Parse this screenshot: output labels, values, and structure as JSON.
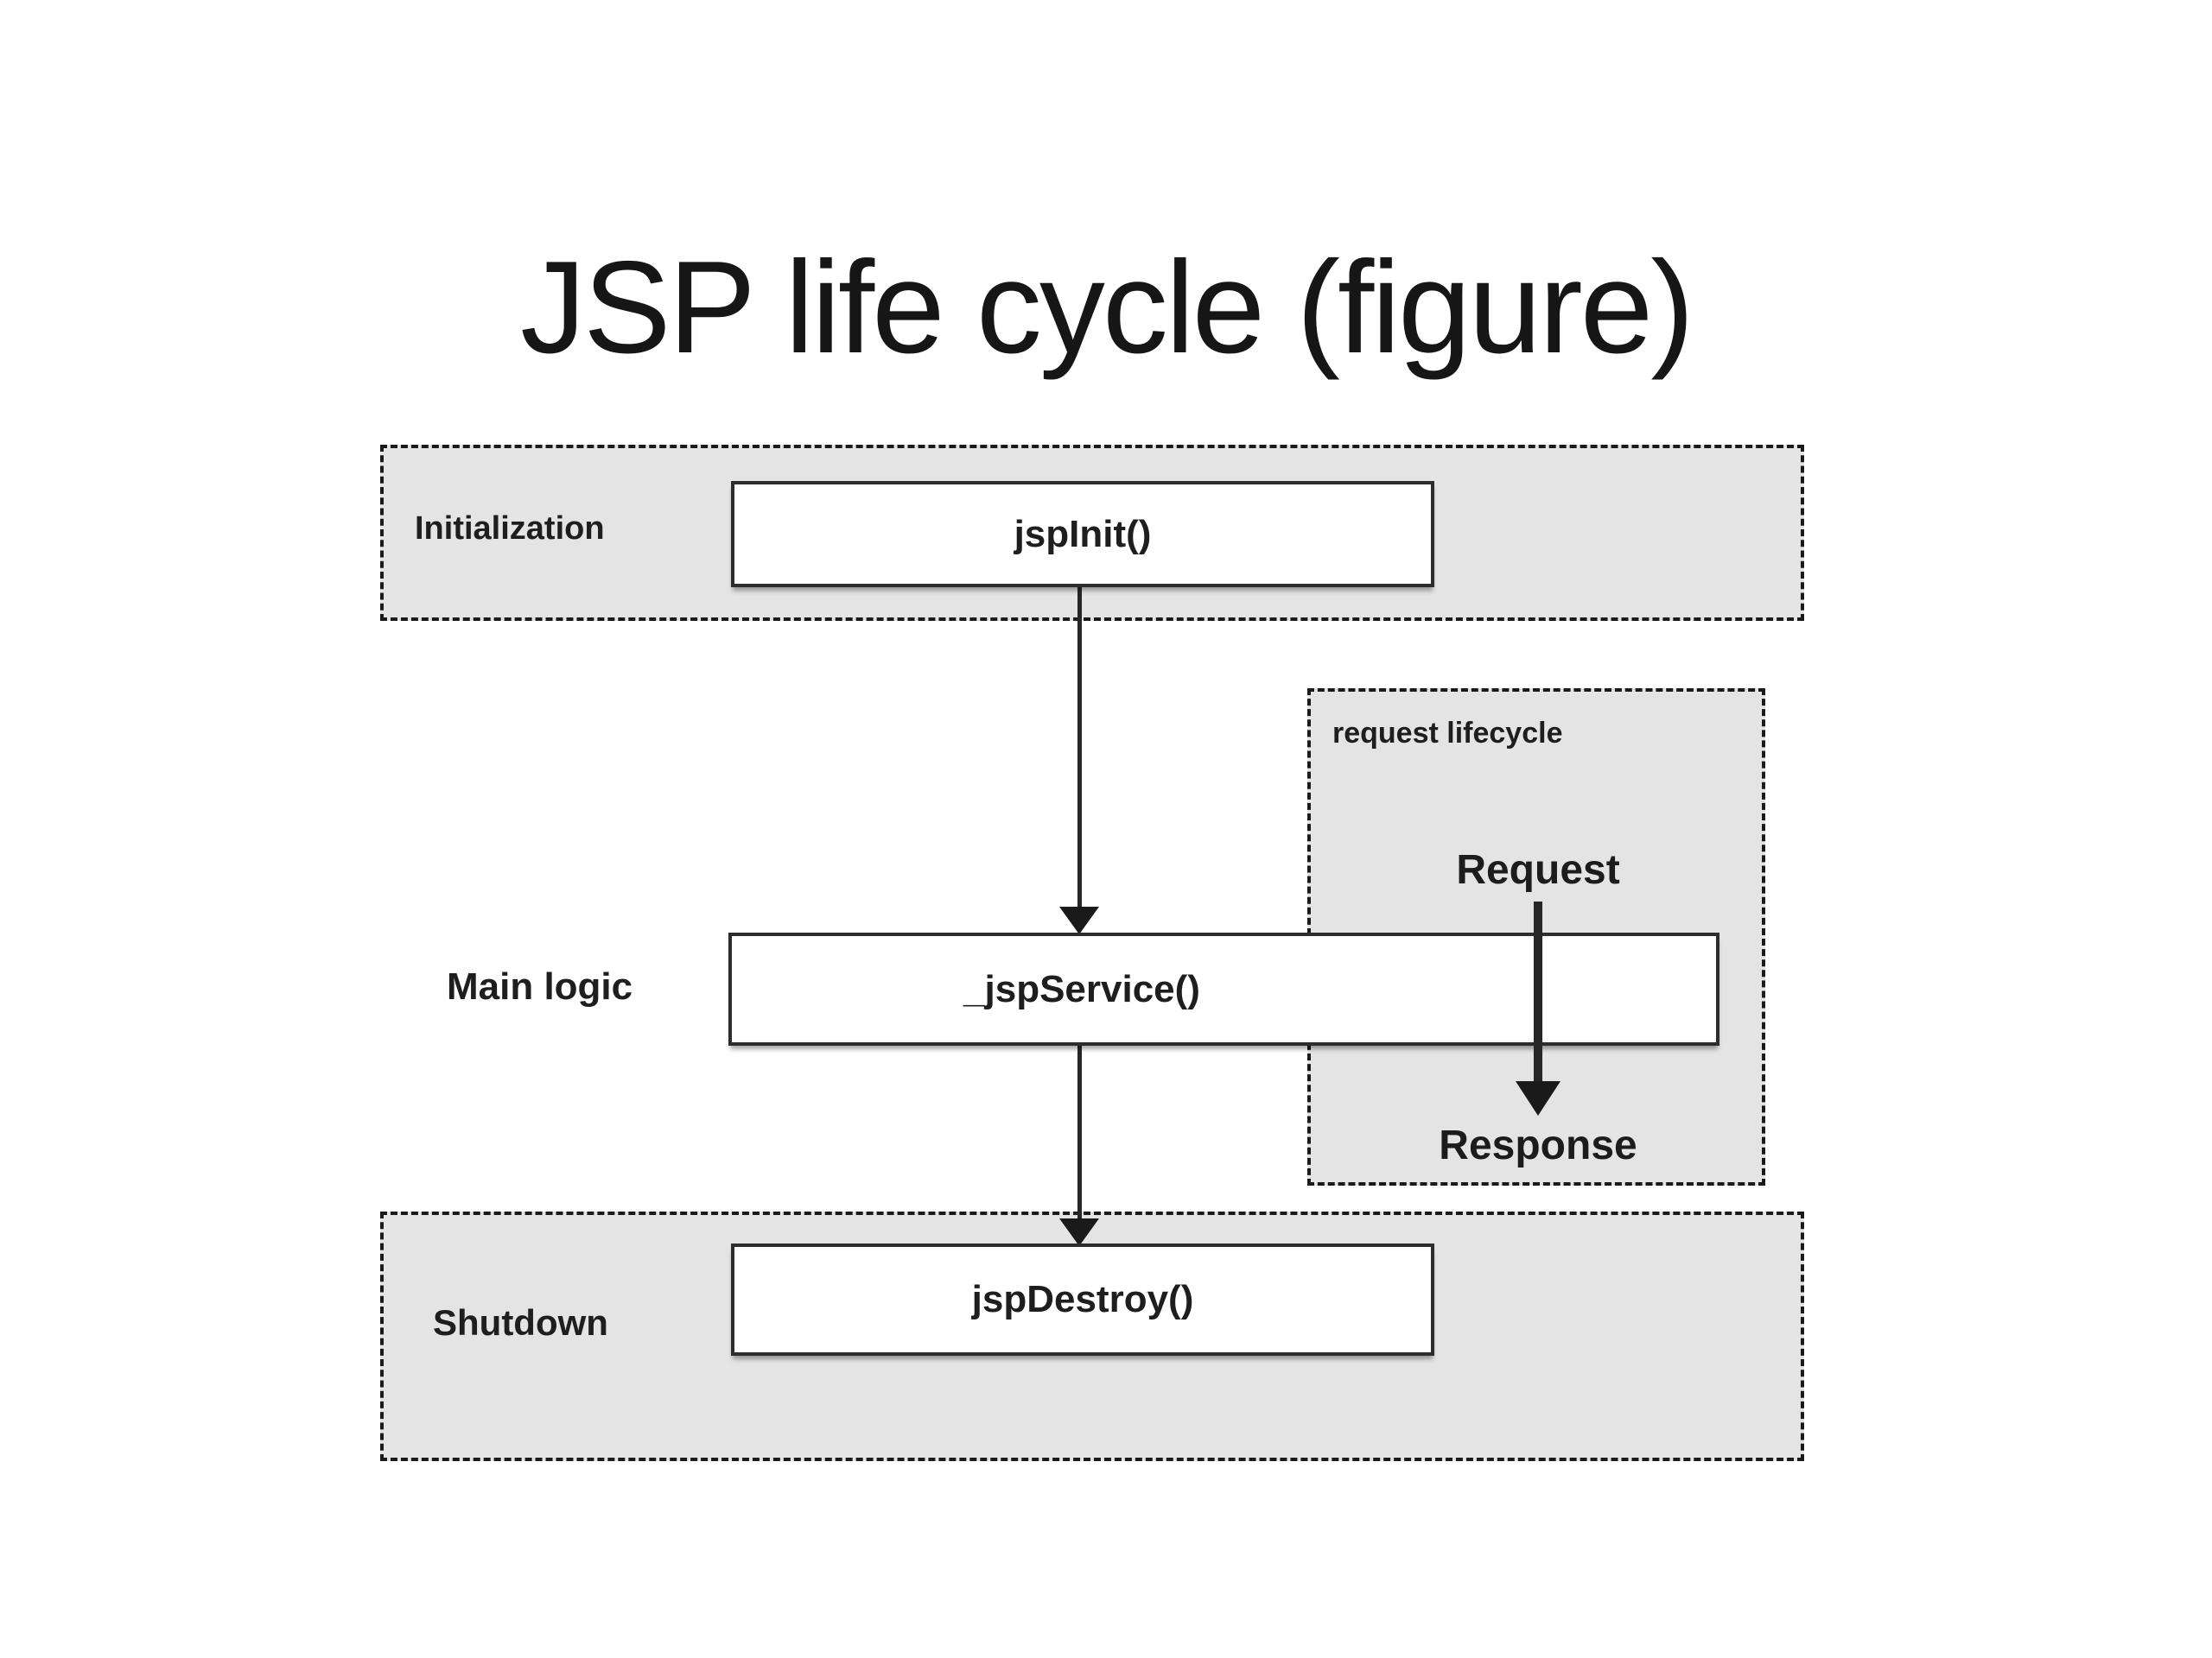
{
  "slide": {
    "title": "JSP life cycle (figure)"
  },
  "diagram": {
    "colors": {
      "section_fill": "#e4e4e4",
      "box_fill": "#ffffff",
      "line_color": "#1a1a1a"
    },
    "sections": {
      "initialization": {
        "label": "Initialization",
        "method": "jspInit()"
      },
      "main_logic": {
        "label": "Main logic",
        "method": "_jspService()"
      },
      "shutdown": {
        "label": "Shutdown",
        "method": "jspDestroy()"
      },
      "request_lifecycle": {
        "label": "request lifecycle",
        "request_label": "Request",
        "response_label": "Response"
      }
    }
  }
}
